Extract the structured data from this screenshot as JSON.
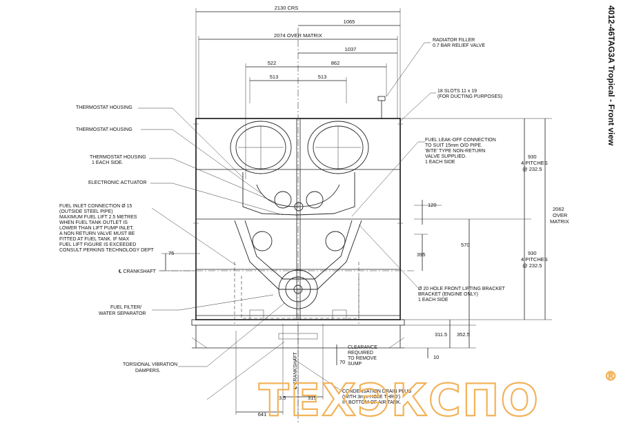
{
  "title": "4012-46TAG3A Tropical - Front view",
  "dimensions": {
    "d2130": "2130 CRS",
    "d1065": "1065",
    "d2074": "2074 OVER MATRIX",
    "d1037": "1037",
    "d522": "522",
    "d862": "862",
    "d513a": "513",
    "d513b": "513",
    "d930a": "930",
    "d930a_p": "4 PITCHES",
    "d930a_q": "@ 232.5",
    "d930b": "930",
    "d930b_p": "4 PITCHES",
    "d930b_q": "@ 232.5",
    "d2062": "2062",
    "d2062_b": "OVER",
    "d2062_c": "MATRIX",
    "d120": "120",
    "d570": "570",
    "d395": "395",
    "d75": "75",
    "d3115": "311.5",
    "d3525": "352.5",
    "d10": "10",
    "d70": "70",
    "d35": "3.5",
    "d315": "315",
    "d641": "641"
  },
  "labels": {
    "thermostat_housing_1": "THERMOSTAT HOUSING",
    "thermostat_housing_2": "THERMOSTAT HOUSING",
    "thermostat_housing_3a": "THERMOSTAT HOUSING",
    "thermostat_housing_3b": "1 EACH SIDE.",
    "electronic_actuator": "ELECTRONIC ACTUATOR",
    "fuel_inlet": [
      "FUEL INLET CONNECTION  Ø 15",
      "(OUTSIDE STEEL PIPE)",
      "MAXIMUM FUEL LIFT 2.5 METRES",
      "WHEN FUEL TANK OUTLET IS",
      "LOWER THAN LIFT PUMP INLET,",
      "A NON RETURN VALVE MUST BE",
      "FITTED AT FUEL TANK.  IF MAX",
      "FUEL LIFT FIGURE IS EXCEEDED",
      "CONSULT PERKINS TECHNOLOGY DEPT"
    ],
    "crankshaft": "℄ CRANKSHAFT",
    "fuel_filter_a": "FUEL FILTER/",
    "fuel_filter_b": "WATER SEPARATOR",
    "torsional_a": "TORSIONAL VIBRATION",
    "torsional_b": "DAMPERS.",
    "radiator_filler_a": "RADIATOR FILLER",
    "radiator_filler_b": "0.7 BAR RELIEF VALVE",
    "slots_a": "18 SLOTS 11 x 19",
    "slots_b": "(FOR DUCTING PURPOSES)",
    "fuel_leak": [
      "FUEL LEAK-OFF CONNECTION",
      "TO SUIT 15mm O/D PIPE.",
      "'BITE' TYPE NON-RETURN",
      "VALVE SUPPLIED.",
      "1 EACH SIDE"
    ],
    "lifting": [
      "Ø 20 HOLE FRONT LIFTING BRACKET",
      "BRACKET (ENGINE ONLY)",
      "1 EACH SIDE"
    ],
    "clearance": [
      "CLEARANCE",
      "REQUIRED",
      "TO REMOVE",
      "SUMP"
    ],
    "condensation": [
      "CONDENSATION DRAIN PLUG",
      "(WITH 3mm HOLE THRO')",
      "IN BOTTOM OF AIR TANK."
    ],
    "crankshaft_vertical": "℄ CRANKSHAFT"
  },
  "watermark": {
    "text": "ТЕХЭКСПО",
    "registered": "®",
    "color": "#f2b35a"
  }
}
